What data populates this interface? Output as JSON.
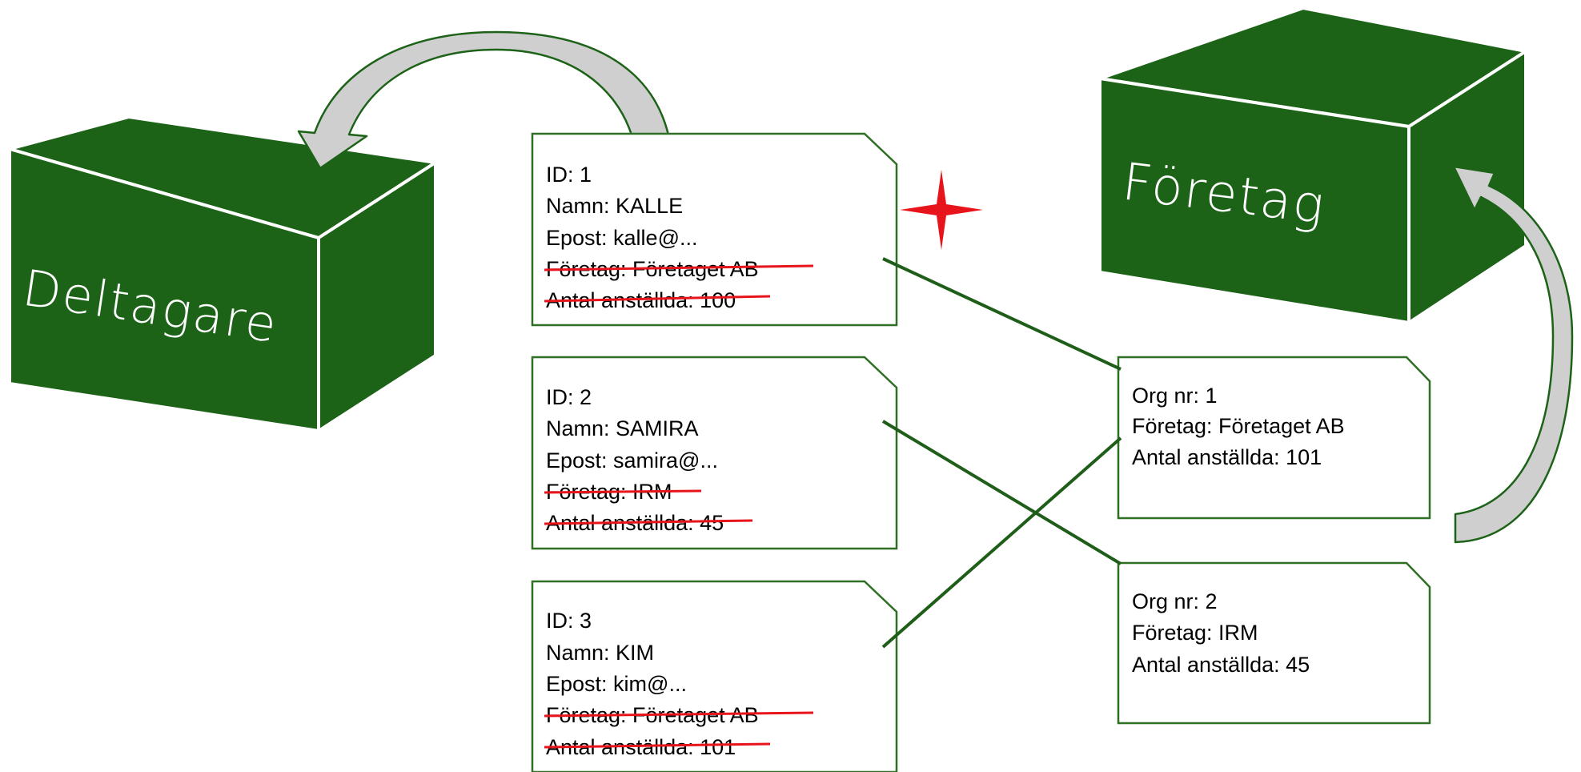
{
  "colors": {
    "box_green": "#1c6318",
    "card_border": "#2e6f24",
    "connector": "#1e5e18",
    "arrow_fill": "#cfcfcf",
    "strike": "#e8141c",
    "star": "#e8141c"
  },
  "boxes": {
    "participants": {
      "label": "Deltagare"
    },
    "companies": {
      "label": "Företag"
    }
  },
  "participants": [
    {
      "id_line": "ID: 1",
      "name_line": "Namn: KALLE",
      "email_line": "Epost: kalle@...",
      "company_line": "Företag: Företaget AB",
      "employees_line": "Antal anställda: 100"
    },
    {
      "id_line": "ID: 2",
      "name_line": "Namn: SAMIRA",
      "email_line": "Epost: samira@...",
      "company_line": "Företag: IRM",
      "employees_line": "Antal anställda: 45"
    },
    {
      "id_line": "ID:  3",
      "name_line": "Namn: KIM",
      "email_line": "Epost: kim@...",
      "company_line": "Företag: Företaget AB",
      "employees_line": "Antal anställda: 101"
    }
  ],
  "companies": [
    {
      "org_line": "Org nr: 1",
      "company_line": "Företag: Företaget AB",
      "employees_line": "Antal anställda: 101"
    },
    {
      "org_line": "Org nr: 2",
      "company_line": "Företag: IRM",
      "employees_line": "Antal anställda: 45"
    }
  ],
  "icons": {
    "star": "four-point-star-icon",
    "arrow_left": "curved-arrow-to-participants-icon",
    "arrow_right": "curved-arrow-to-companies-icon"
  }
}
